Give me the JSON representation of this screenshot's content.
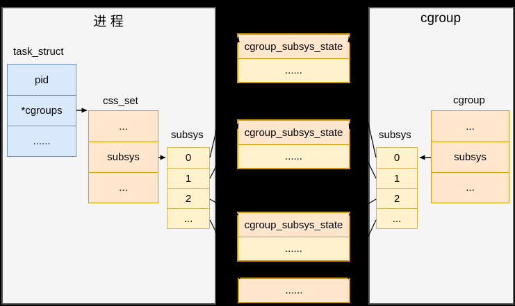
{
  "panels": {
    "process": {
      "title": "进 程"
    },
    "cgroup": {
      "title": "cgroup"
    }
  },
  "task_struct": {
    "label": "task_struct",
    "cells": [
      "pid",
      "*cgroups",
      "......"
    ]
  },
  "css_set": {
    "label": "css_set",
    "cells": [
      "...",
      "subsys",
      "..."
    ]
  },
  "left_subsys_array": {
    "label": "subsys",
    "cells": [
      "0",
      "1",
      "2",
      "..."
    ]
  },
  "cgroup_struct": {
    "label": "cgroup",
    "cells": [
      "...",
      "subsys",
      "..."
    ]
  },
  "right_subsys_array": {
    "label": "subsys",
    "cells": [
      "0",
      "1",
      "2",
      "..."
    ]
  },
  "css_state_boxes": [
    {
      "header": "cgroup_subsys_state",
      "body": "......"
    },
    {
      "header": "cgroup_subsys_state",
      "body": "......"
    },
    {
      "header": "cgroup_subsys_state",
      "body": "......"
    }
  ],
  "ellipsis_box": {
    "text": "......"
  },
  "colors": {
    "canvas_bg": "#000000",
    "panel_bg": "#f5f5f5",
    "panel_border": "#545454",
    "blue_fill": "#dae8fc",
    "blue_border": "#6c8ebf",
    "orange_fill": "#ffe6cc",
    "orange_border": "#d79b00",
    "yellow_fill": "#fff2cc",
    "yellow_border": "#d6b656",
    "line_color": "#000000"
  }
}
